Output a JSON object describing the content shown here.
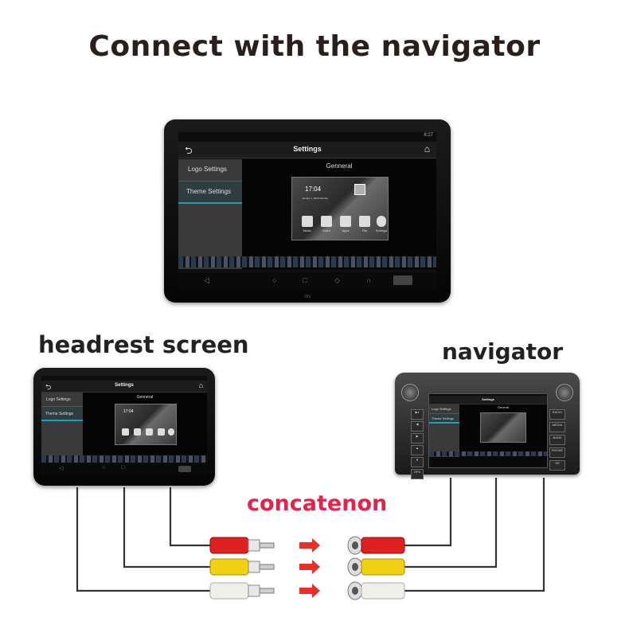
{
  "title": "Connect with the navigator",
  "labels": {
    "headrest": "headrest screen",
    "navigator": "navigator",
    "connection": "concatenon"
  },
  "tablet_ui": {
    "header_title": "Settings",
    "sidebar_items": [
      "Logo Settings",
      "Theme Settings"
    ],
    "active_item": "Theme Settings",
    "section_title": "Genneral",
    "preview_time": "17:04",
    "preview_date": "January 1, 2016  Monday",
    "apps": [
      "Music",
      "Video",
      "Apps",
      "File",
      "Settings"
    ],
    "status_time": "8:27",
    "bezel_mark": "ON"
  },
  "head_unit": {
    "screen_title": "Settings",
    "section_title": "General",
    "sidebar_items": [
      "Logo Settings",
      "Theme Settings"
    ],
    "left_buttons": [
      "▶⏸",
      "◀",
      "▶",
      "▲",
      "▼",
      "GPS"
    ],
    "right_buttons": [
      "RADIO",
      "MEDIA",
      "BAND",
      "PHONE",
      "SD"
    ]
  },
  "cables": [
    {
      "name": "red",
      "color": "#e02020"
    },
    {
      "name": "yellow",
      "color": "#f2d013"
    },
    {
      "name": "white",
      "color": "#f0f0ea"
    }
  ],
  "colors": {
    "title": "#2a1f1b",
    "connection_label": "#e8204a",
    "arrow": "#e8302a",
    "accent": "#1aa0b8"
  }
}
